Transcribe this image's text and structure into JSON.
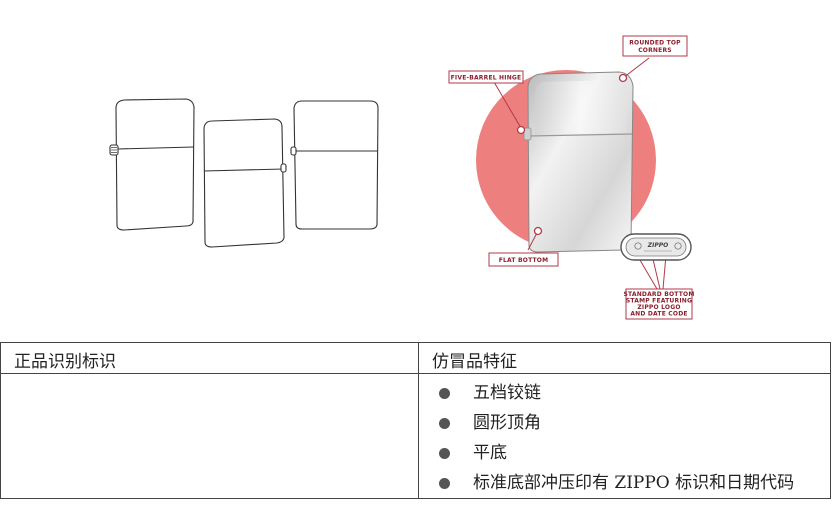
{
  "figure": {
    "callouts": {
      "hinge": "FIVE-BARREL HINGE",
      "corners_line1": "ROUNDED TOP",
      "corners_line2": "CORNERS",
      "bottom": "FLAT BOTTOM",
      "stamp_line1": "STANDARD BOTTOM",
      "stamp_line2": "STAMP FEATURING",
      "stamp_line3": "ZIPPO LOGO",
      "stamp_line4": "AND DATE CODE"
    },
    "stamp_logo": "ZIPPO",
    "colors": {
      "circle": "#ee7f7f",
      "callout_border": "#b23a48",
      "callout_text": "#8b1e2b"
    }
  },
  "table": {
    "headers": [
      "正品识别标识",
      "仿冒品特征"
    ],
    "left_cell": "",
    "features": [
      "五档铰链",
      "圆形顶角",
      "平底",
      "标准底部冲压印有 ZIPPO 标识和日期代码"
    ]
  }
}
